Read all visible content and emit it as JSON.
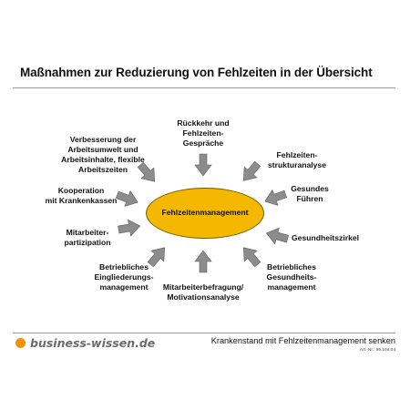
{
  "title": "Maßnahmen zur Reduzierung von Fehlzeiten in der Übersicht",
  "center": {
    "label": "Fehlzeitenmanagement",
    "color": "#f5b800"
  },
  "measures": [
    {
      "id": "rueckkehr",
      "label": "Rückkehr und\nFehlzeiten-\nGespräche"
    },
    {
      "id": "fehlzeitenstruktur",
      "label": "Fehlzeiten-\nstrukturanalyse"
    },
    {
      "id": "gesundes-fuehren",
      "label": "Gesundes\nFühren"
    },
    {
      "id": "gesundheitszirkel",
      "label": "Gesundheitszirkel"
    },
    {
      "id": "gesundheitsmanagement",
      "label": "Betriebliches\nGesundheits-\nmanagement"
    },
    {
      "id": "mitarbeiterbefragung",
      "label": "Mitarbeiterbefragung/\nMotivationsanalyse"
    },
    {
      "id": "eingliederung",
      "label": "Betriebliches\nEingliederungs-\nmanagement"
    },
    {
      "id": "partizipation",
      "label": "Mitarbeiter-\npartizipation"
    },
    {
      "id": "kooperation",
      "label": "Kooperation\nmit Krankenkassen"
    },
    {
      "id": "arbeitsumwelt",
      "label": "Verbesserung der\nArbeitsumwelt und\nArbeitsinhalte, flexible\nArbeitszeiten"
    }
  ],
  "arrow_color": "#8c8c8c",
  "footer": {
    "logo_text": "business-wissen.de",
    "logo_color": "#f39200",
    "caption": "Krankenstand mit Fehlzeitenmanagement senken",
    "article_no": "Art.-Nr.: 99.194.04"
  }
}
